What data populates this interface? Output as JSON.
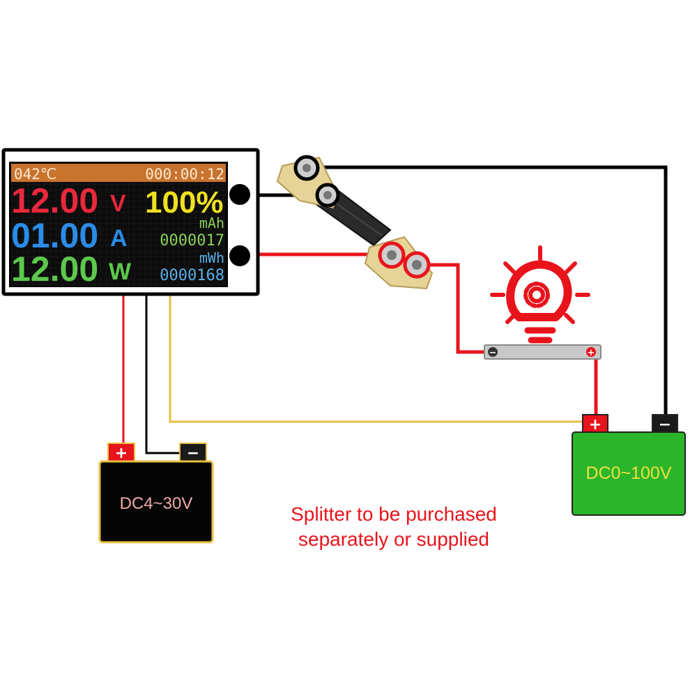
{
  "meter": {
    "temperature": "042℃",
    "timer": "000:00:12",
    "voltage": "12.00",
    "voltage_unit": "V",
    "current": "01.00",
    "current_unit": "A",
    "power": "12.00",
    "power_unit": "W",
    "percent": "100%",
    "capacity_unit": "mAh",
    "capacity_value": "0000017",
    "energy_unit": "mWh",
    "energy_value": "0000168"
  },
  "supply_battery": {
    "label": "DC4~30V",
    "plus": "+",
    "minus": "−"
  },
  "load_battery": {
    "label": "DC0~100V",
    "plus": "+",
    "minus": "−"
  },
  "load_bar": {
    "minus": "−",
    "plus": "+"
  },
  "note": {
    "line1": "Splitter to be purchased",
    "line2": "separately or supplied"
  },
  "colors": {
    "red_wire": "#e8141c",
    "black_wire": "#000000",
    "yellow_wire": "#e8c040",
    "meter_header": "#c8732e",
    "voltage_color": "#e8283c",
    "current_color": "#2a8ce8",
    "power_color": "#5cc84c",
    "percent_color": "#f0e020",
    "capacity_color": "#8ad05a",
    "energy_color": "#5ab0e8",
    "battery_green": "#2bb52b"
  },
  "icons": {
    "lamp": "lightbulb-icon",
    "shunt": "shunt-resistor-icon"
  }
}
